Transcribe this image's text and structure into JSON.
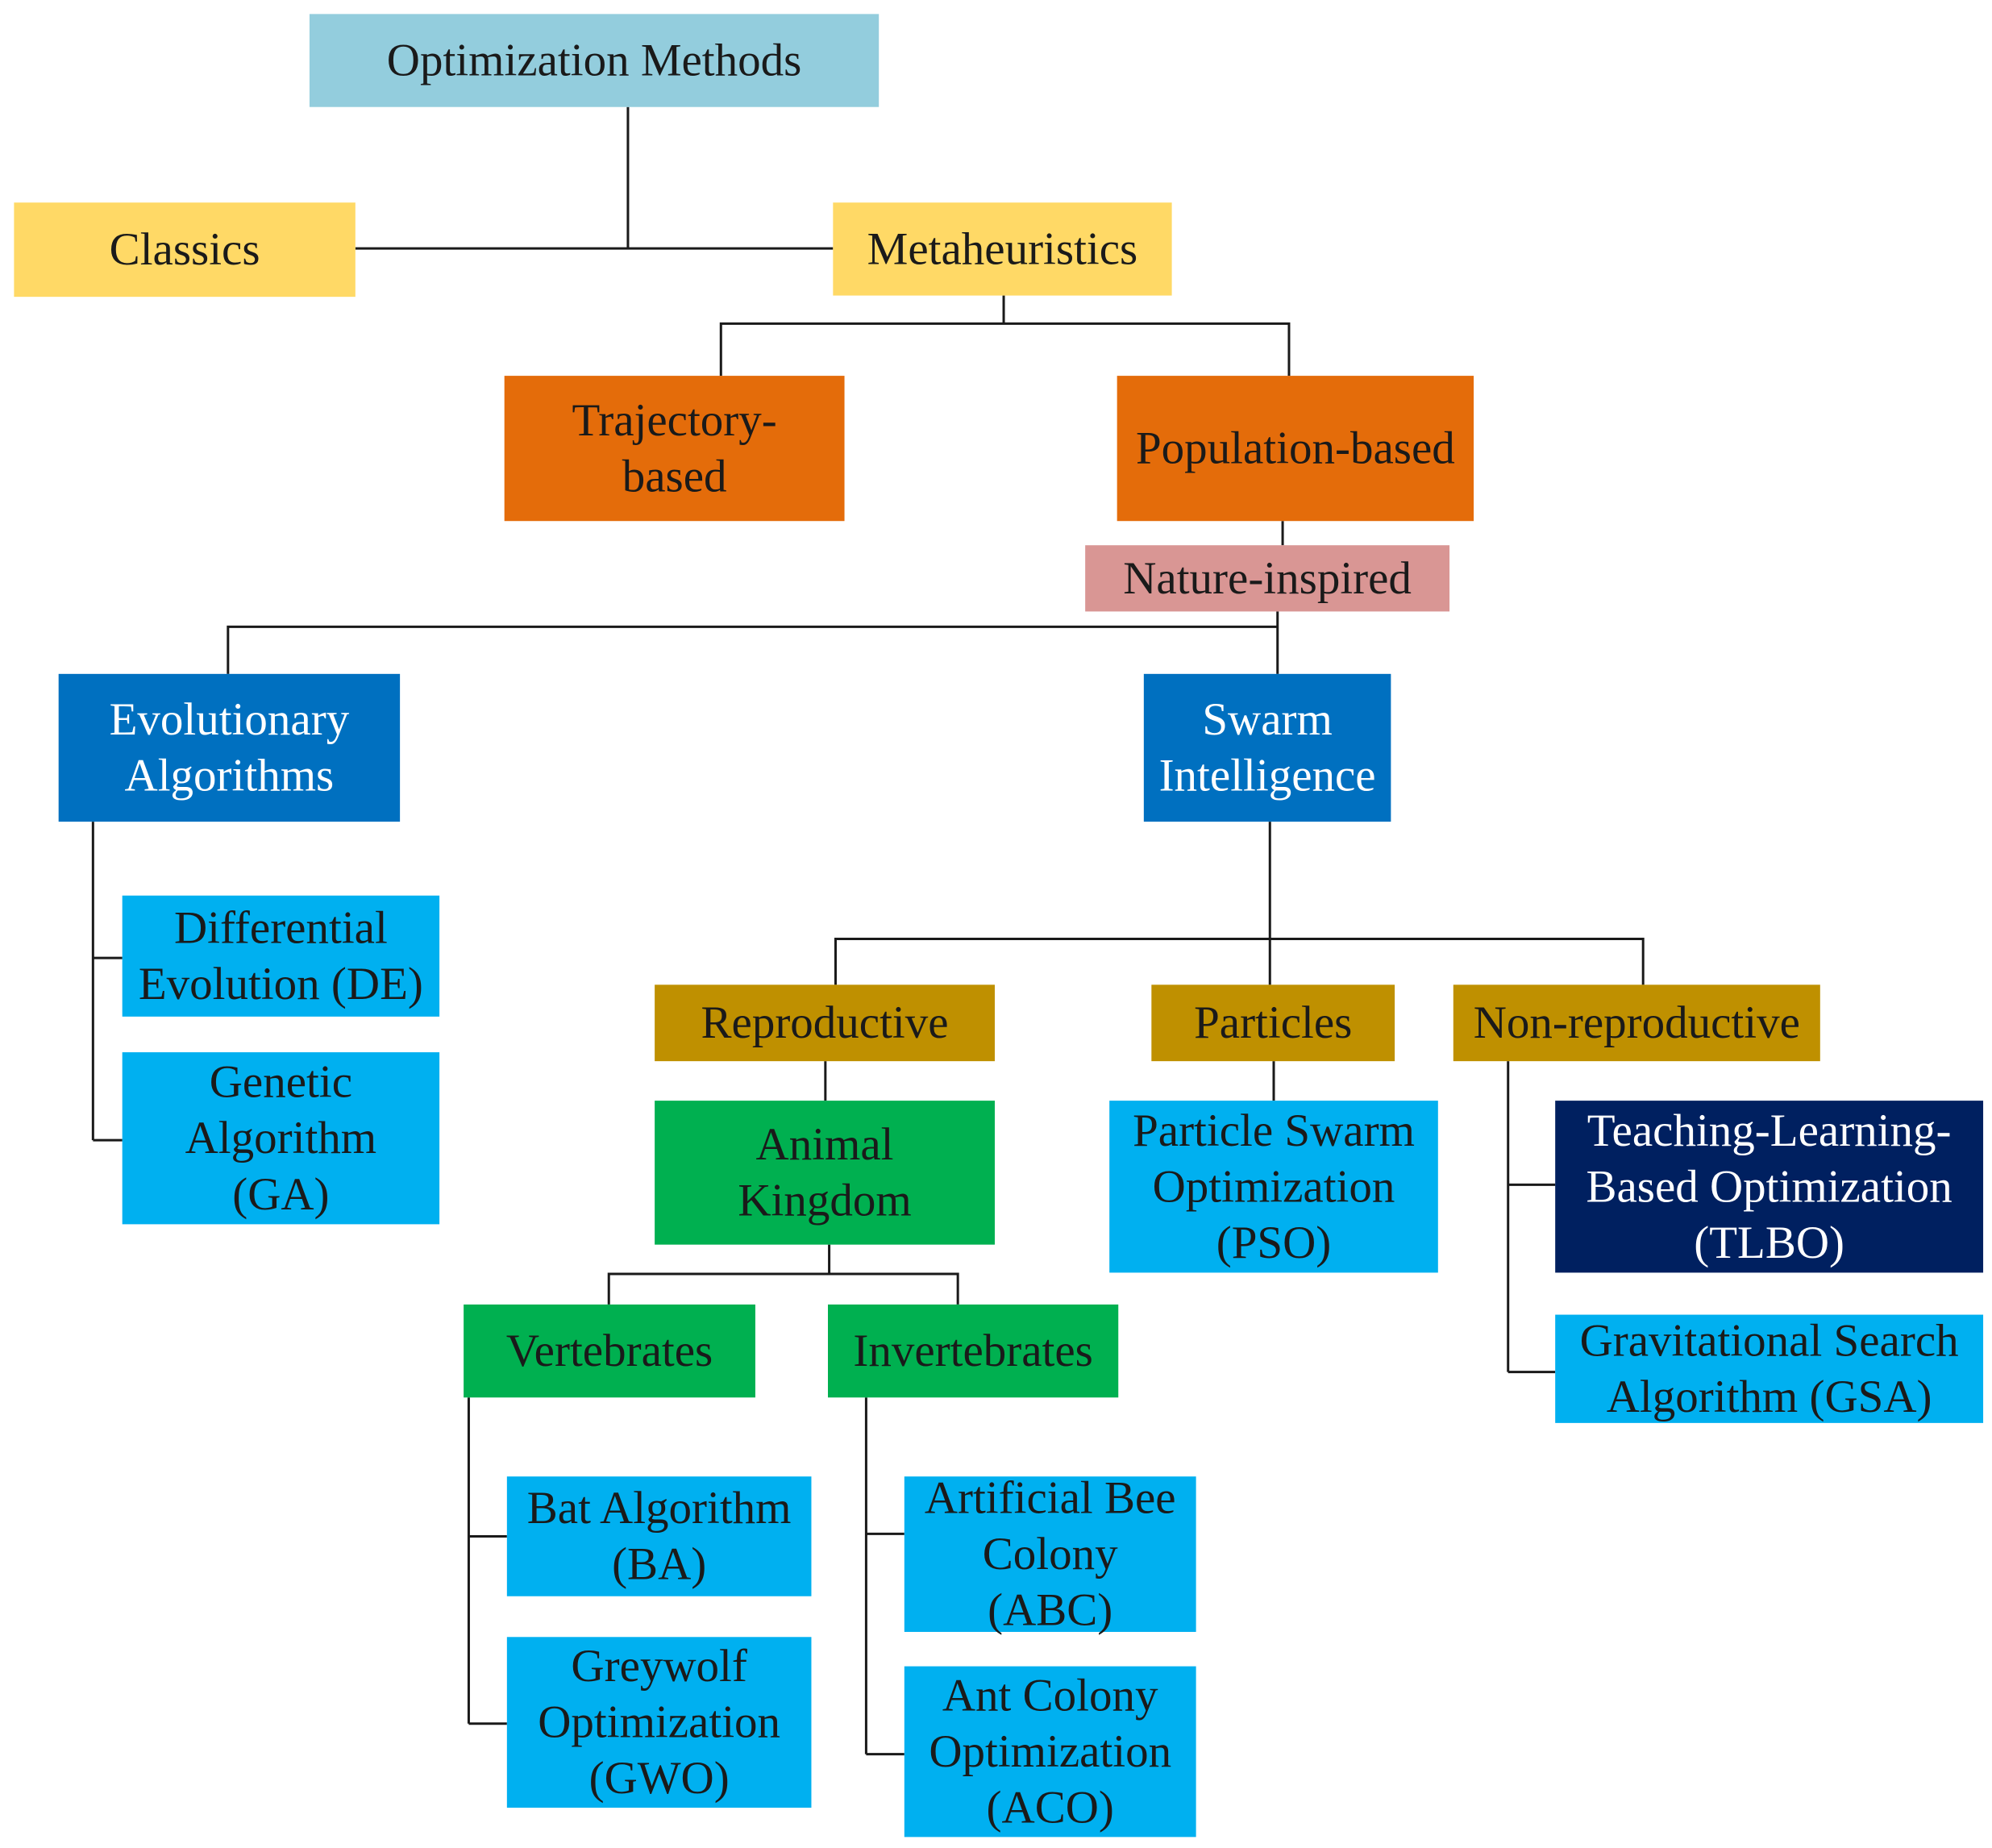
{
  "colors": {
    "root": "#93CDDD",
    "level1": "#FFD966",
    "metaheuristic_type": "#E46C0A",
    "nature": "#D99694",
    "family": "#0070C0",
    "category": "#BF9000",
    "subgroup": "#00B050",
    "algorithm": "#00B0F0",
    "highlight": "#002060",
    "text_dark": "#1a1a1a",
    "text_light": "#ffffff"
  },
  "nodes": [
    {
      "id": "optimization-methods",
      "style": "root",
      "lines": [
        "Optimization Methods"
      ]
    },
    {
      "id": "classics",
      "style": "level1",
      "lines": [
        "Classics"
      ]
    },
    {
      "id": "metaheuristics",
      "style": "level1",
      "lines": [
        "Metaheuristics"
      ]
    },
    {
      "id": "trajectory-based",
      "style": "metaheuristic_type",
      "lines": [
        "Trajectory-",
        "based"
      ]
    },
    {
      "id": "population-based",
      "style": "metaheuristic_type",
      "lines": [
        "Population-based"
      ]
    },
    {
      "id": "nature-inspired",
      "style": "nature",
      "lines": [
        "Nature-inspired"
      ]
    },
    {
      "id": "evolutionary-algorithms",
      "style": "family",
      "lines": [
        "Evolutionary",
        "Algorithms"
      ]
    },
    {
      "id": "swarm-intelligence",
      "style": "family",
      "lines": [
        "Swarm",
        "Intelligence"
      ]
    },
    {
      "id": "differential-evolution",
      "style": "algorithm",
      "lines": [
        "Differential",
        "Evolution (DE)"
      ]
    },
    {
      "id": "genetic-algorithm",
      "style": "algorithm",
      "lines": [
        "Genetic",
        "Algorithm",
        "(GA)"
      ]
    },
    {
      "id": "reproductive",
      "style": "category",
      "lines": [
        "Reproductive"
      ]
    },
    {
      "id": "particles",
      "style": "category",
      "lines": [
        "Particles"
      ]
    },
    {
      "id": "non-reproductive",
      "style": "category",
      "lines": [
        "Non-reproductive"
      ]
    },
    {
      "id": "animal-kingdom",
      "style": "subgroup",
      "lines": [
        "Animal",
        "Kingdom"
      ]
    },
    {
      "id": "particle-swarm-optimization",
      "style": "algorithm",
      "lines": [
        "Particle Swarm",
        "Optimization",
        "(PSO)"
      ]
    },
    {
      "id": "teaching-learning-based-optimization",
      "style": "highlight",
      "lines": [
        "Teaching-Learning-",
        "Based Optimization",
        "(TLBO)"
      ]
    },
    {
      "id": "gravitational-search-algorithm",
      "style": "algorithm",
      "lines": [
        "Gravitational Search",
        "Algorithm (GSA)"
      ]
    },
    {
      "id": "vertebrates",
      "style": "subgroup",
      "lines": [
        "Vertebrates"
      ]
    },
    {
      "id": "invertebrates",
      "style": "subgroup",
      "lines": [
        "Invertebrates"
      ]
    },
    {
      "id": "bat-algorithm",
      "style": "algorithm",
      "lines": [
        "Bat Algorithm",
        "(BA)"
      ]
    },
    {
      "id": "greywolf-optimization",
      "style": "algorithm",
      "lines": [
        "Greywolf",
        "Optimization",
        "(GWO)"
      ]
    },
    {
      "id": "artificial-bee-colony",
      "style": "algorithm",
      "lines": [
        "Artificial Bee",
        "Colony",
        "(ABC)"
      ]
    },
    {
      "id": "ant-colony-optimization",
      "style": "algorithm",
      "lines": [
        "Ant Colony",
        "Optimization",
        "(ACO)"
      ]
    }
  ],
  "edges": [
    {
      "from": "optimization-methods",
      "to": "classics"
    },
    {
      "from": "optimization-methods",
      "to": "metaheuristics"
    },
    {
      "from": "metaheuristics",
      "to": "trajectory-based"
    },
    {
      "from": "metaheuristics",
      "to": "population-based"
    },
    {
      "from": "population-based",
      "to": "nature-inspired"
    },
    {
      "from": "nature-inspired",
      "to": "evolutionary-algorithms"
    },
    {
      "from": "nature-inspired",
      "to": "swarm-intelligence"
    },
    {
      "from": "evolutionary-algorithms",
      "to": "differential-evolution"
    },
    {
      "from": "evolutionary-algorithms",
      "to": "genetic-algorithm"
    },
    {
      "from": "swarm-intelligence",
      "to": "reproductive"
    },
    {
      "from": "swarm-intelligence",
      "to": "particles"
    },
    {
      "from": "swarm-intelligence",
      "to": "non-reproductive"
    },
    {
      "from": "reproductive",
      "to": "animal-kingdom"
    },
    {
      "from": "particles",
      "to": "particle-swarm-optimization"
    },
    {
      "from": "non-reproductive",
      "to": "teaching-learning-based-optimization"
    },
    {
      "from": "non-reproductive",
      "to": "gravitational-search-algorithm"
    },
    {
      "from": "animal-kingdom",
      "to": "vertebrates"
    },
    {
      "from": "animal-kingdom",
      "to": "invertebrates"
    },
    {
      "from": "vertebrates",
      "to": "bat-algorithm"
    },
    {
      "from": "vertebrates",
      "to": "greywolf-optimization"
    },
    {
      "from": "invertebrates",
      "to": "artificial-bee-colony"
    },
    {
      "from": "invertebrates",
      "to": "ant-colony-optimization"
    }
  ]
}
